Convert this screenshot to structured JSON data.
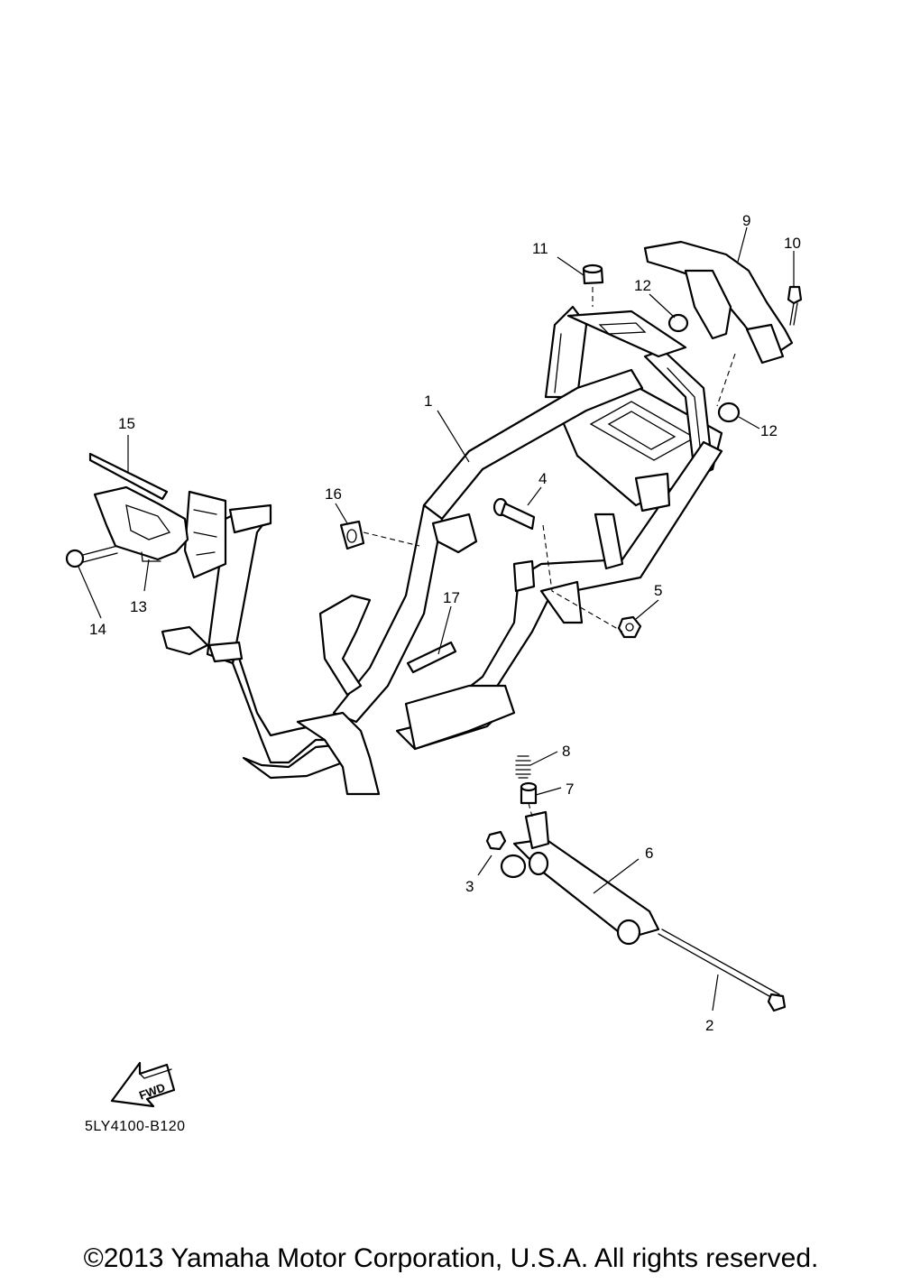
{
  "callouts": [
    {
      "id": "1",
      "label": "1"
    },
    {
      "id": "2",
      "label": "2"
    },
    {
      "id": "3",
      "label": "3"
    },
    {
      "id": "4",
      "label": "4"
    },
    {
      "id": "5",
      "label": "5"
    },
    {
      "id": "6",
      "label": "6"
    },
    {
      "id": "7",
      "label": "7"
    },
    {
      "id": "8",
      "label": "8"
    },
    {
      "id": "9",
      "label": "9"
    },
    {
      "id": "10",
      "label": "10"
    },
    {
      "id": "11",
      "label": "11"
    },
    {
      "id": "12a",
      "label": "12"
    },
    {
      "id": "12b",
      "label": "12"
    },
    {
      "id": "13",
      "label": "13"
    },
    {
      "id": "14",
      "label": "14"
    },
    {
      "id": "15",
      "label": "15"
    },
    {
      "id": "16",
      "label": "16"
    },
    {
      "id": "17",
      "label": "17"
    }
  ],
  "direction_arrow": {
    "label": "FWD",
    "icon": "fwd-arrow-icon"
  },
  "diagram_code": "5LY4100-B120",
  "copyright": "©2013 Yamaha Motor Corporation, U.S.A. All rights reserved."
}
